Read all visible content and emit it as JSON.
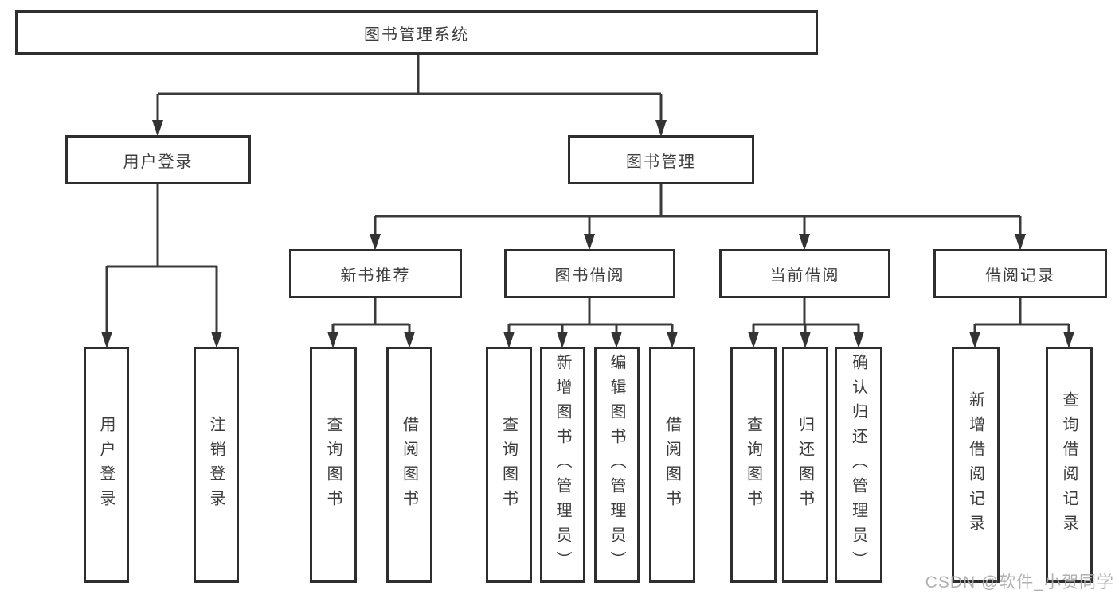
{
  "diagram": {
    "root": {
      "label": "图书管理系统",
      "children": [
        {
          "label": "用户登录",
          "children": [
            {
              "label": "用户登录"
            },
            {
              "label": "注销登录"
            }
          ]
        },
        {
          "label": "图书管理",
          "children": [
            {
              "label": "新书推荐",
              "children": [
                {
                  "label": "查询图书"
                },
                {
                  "label": "借阅图书"
                }
              ]
            },
            {
              "label": "图书借阅",
              "children": [
                {
                  "label": "查询图书"
                },
                {
                  "label": "新增图书（管理员）"
                },
                {
                  "label": "编辑图书（管理员）"
                },
                {
                  "label": "借阅图书"
                }
              ]
            },
            {
              "label": "当前借阅",
              "children": [
                {
                  "label": "查询图书"
                },
                {
                  "label": "归还图书"
                },
                {
                  "label": "确认归还（管理员）"
                }
              ]
            },
            {
              "label": "借阅记录",
              "children": [
                {
                  "label": "新增借阅记录"
                },
                {
                  "label": "查询借阅记录"
                }
              ]
            }
          ]
        }
      ]
    }
  },
  "watermark": {
    "text": "CSDN @软件_小贺同学"
  },
  "colors": {
    "box_border": "#2e2e2e",
    "connector_line": "#3a3a3a",
    "text": "#3d3d3d",
    "watermark": "#ababab",
    "background": "#ffffff"
  }
}
